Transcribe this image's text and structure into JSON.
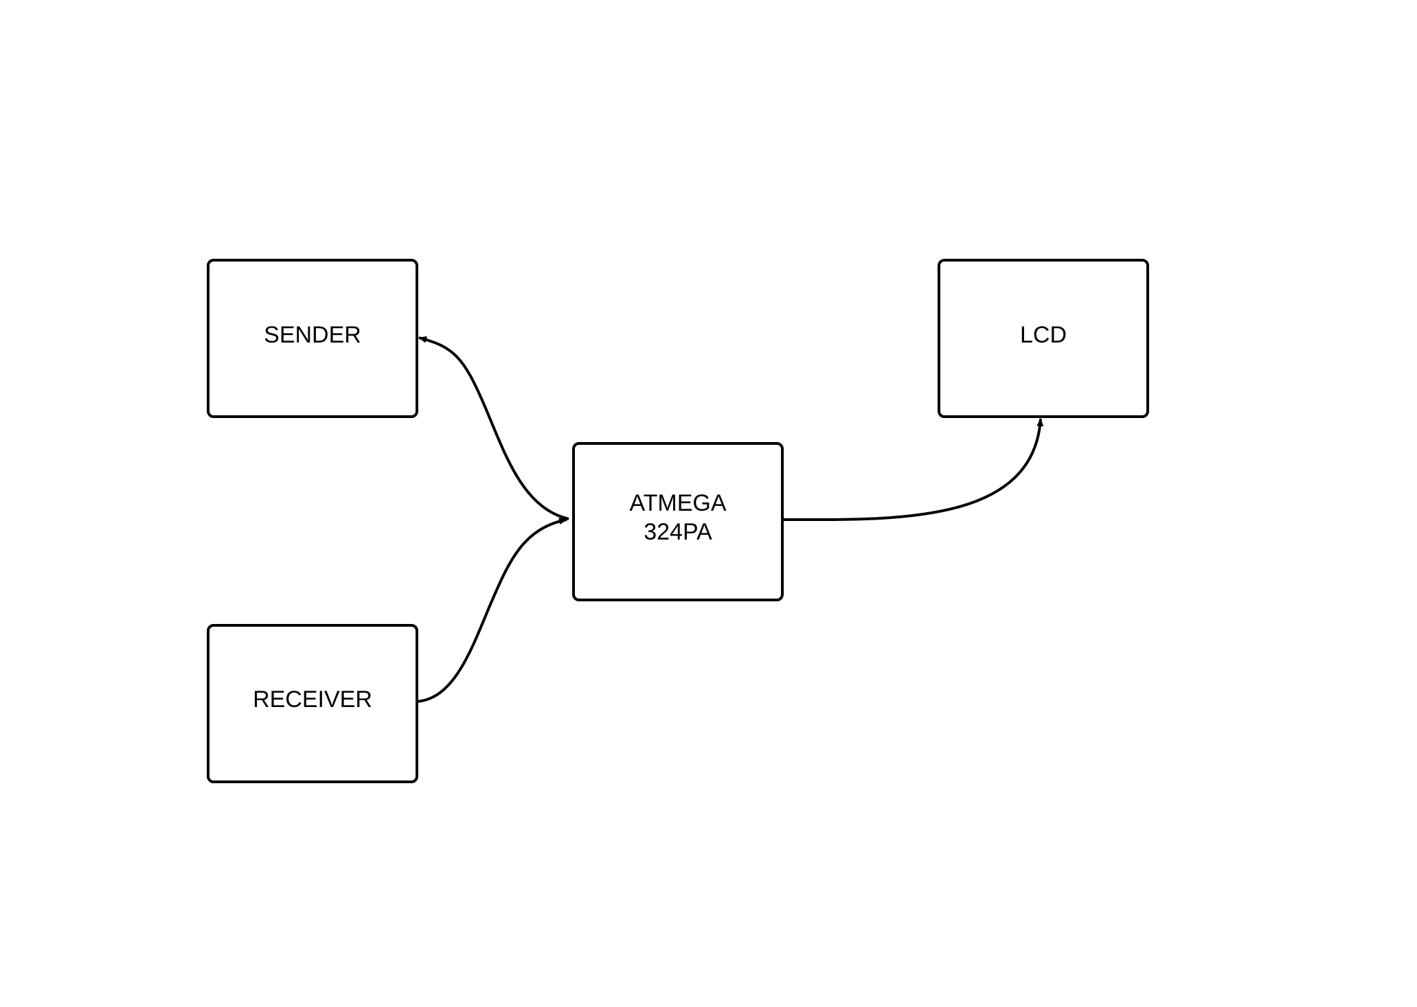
{
  "diagram": {
    "nodes": [
      {
        "id": "sender",
        "lines": [
          "SENDER"
        ]
      },
      {
        "id": "receiver",
        "lines": [
          "RECEIVER"
        ]
      },
      {
        "id": "atmega",
        "lines": [
          "ATMEGA",
          "324PA"
        ]
      },
      {
        "id": "lcd",
        "lines": [
          "LCD"
        ]
      }
    ],
    "edges": [
      {
        "from": "atmega",
        "to": "sender",
        "arrow": "end"
      },
      {
        "from": "receiver",
        "to": "atmega",
        "arrow": "end"
      },
      {
        "from": "atmega",
        "to": "lcd",
        "arrow": "end"
      }
    ],
    "colors": {
      "stroke": "#000000",
      "fill": "#ffffff",
      "background": "#ffffff"
    }
  }
}
